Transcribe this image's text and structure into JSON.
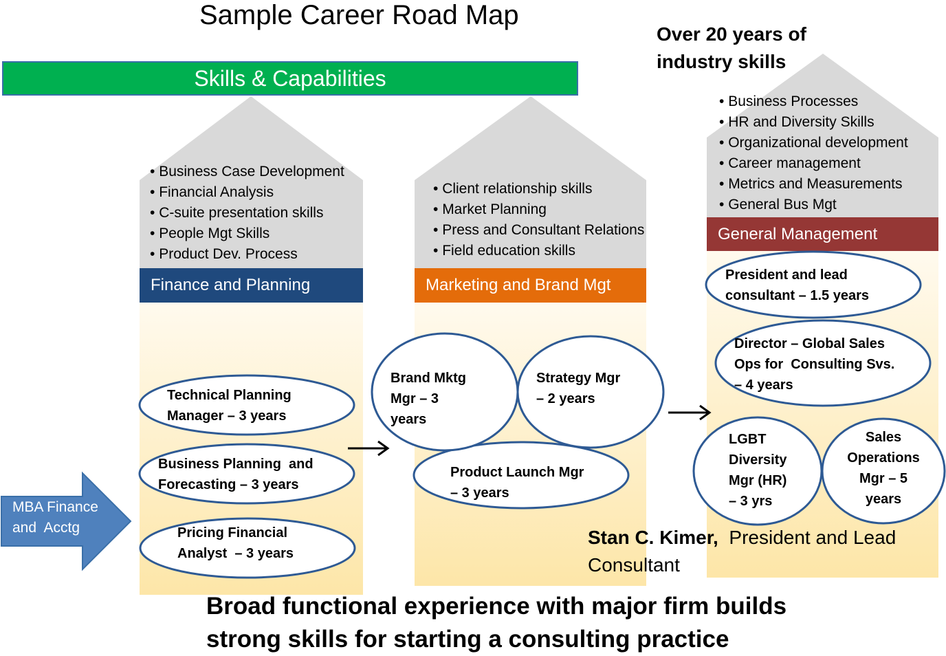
{
  "title": "Sample Career Road Map",
  "banner": "Skills & Capabilities",
  "industry_note": [
    "Over 20 years of",
    "industry skills"
  ],
  "start": {
    "label": [
      "MBA Finance",
      "and  Acctg"
    ]
  },
  "columns": [
    {
      "header": "Finance and Planning",
      "header_color": "#1f497d",
      "skills": [
        "Business Case Development",
        "Financial Analysis",
        "C-suite presentation skills",
        "People Mgt Skills",
        "Product Dev. Process"
      ],
      "roles": [
        [
          "Technical Planning",
          "Manager – 3 years"
        ],
        [
          "Business Planning  and",
          "Forecasting – 3 years"
        ],
        [
          "Pricing Financial",
          "Analyst  – 3 years"
        ]
      ]
    },
    {
      "header": "Marketing and Brand Mgt",
      "header_color": "#e46c0a",
      "skills": [
        "Client relationship skills",
        "Market Planning",
        "Press and Consultant Relations",
        "Field education skills"
      ],
      "roles": [
        [
          "Brand Mktg",
          "Mgr – 3",
          "years"
        ],
        [
          "Strategy Mgr",
          "– 2 years"
        ],
        [
          "Product Launch Mgr",
          "– 3 years"
        ]
      ]
    },
    {
      "header": "General Management",
      "header_color": "#953735",
      "skills": [
        "Business Processes",
        "HR and Diversity Skills",
        "Organizational development",
        "Career management",
        "Metrics and Measurements",
        "General Bus Mgt"
      ],
      "roles": [
        [
          "President and lead",
          "consultant – 1.5 years"
        ],
        [
          "Director – Global Sales",
          "Ops for  Consulting Svs.",
          "– 4 years"
        ],
        [
          "LGBT",
          "Diversity",
          "Mgr (HR)",
          "– 3 yrs"
        ],
        [
          "Sales",
          "Operations",
          "Mgr – 5",
          "years"
        ]
      ]
    }
  ],
  "author": {
    "name": "Stan C. Kimer,",
    "role_line1": "President and Lead",
    "role_line2": "Consultant"
  },
  "footer": [
    "Broad functional experience with major firm builds",
    "strong skills for starting a consulting practice"
  ],
  "colors": {
    "roof": "#d9d9d9",
    "column_top": "#fffbf0",
    "column_bottom": "#fde9b0",
    "oval_border": "#2e5a94",
    "start_arrow": "#4f81bd",
    "banner": "#00b050"
  }
}
